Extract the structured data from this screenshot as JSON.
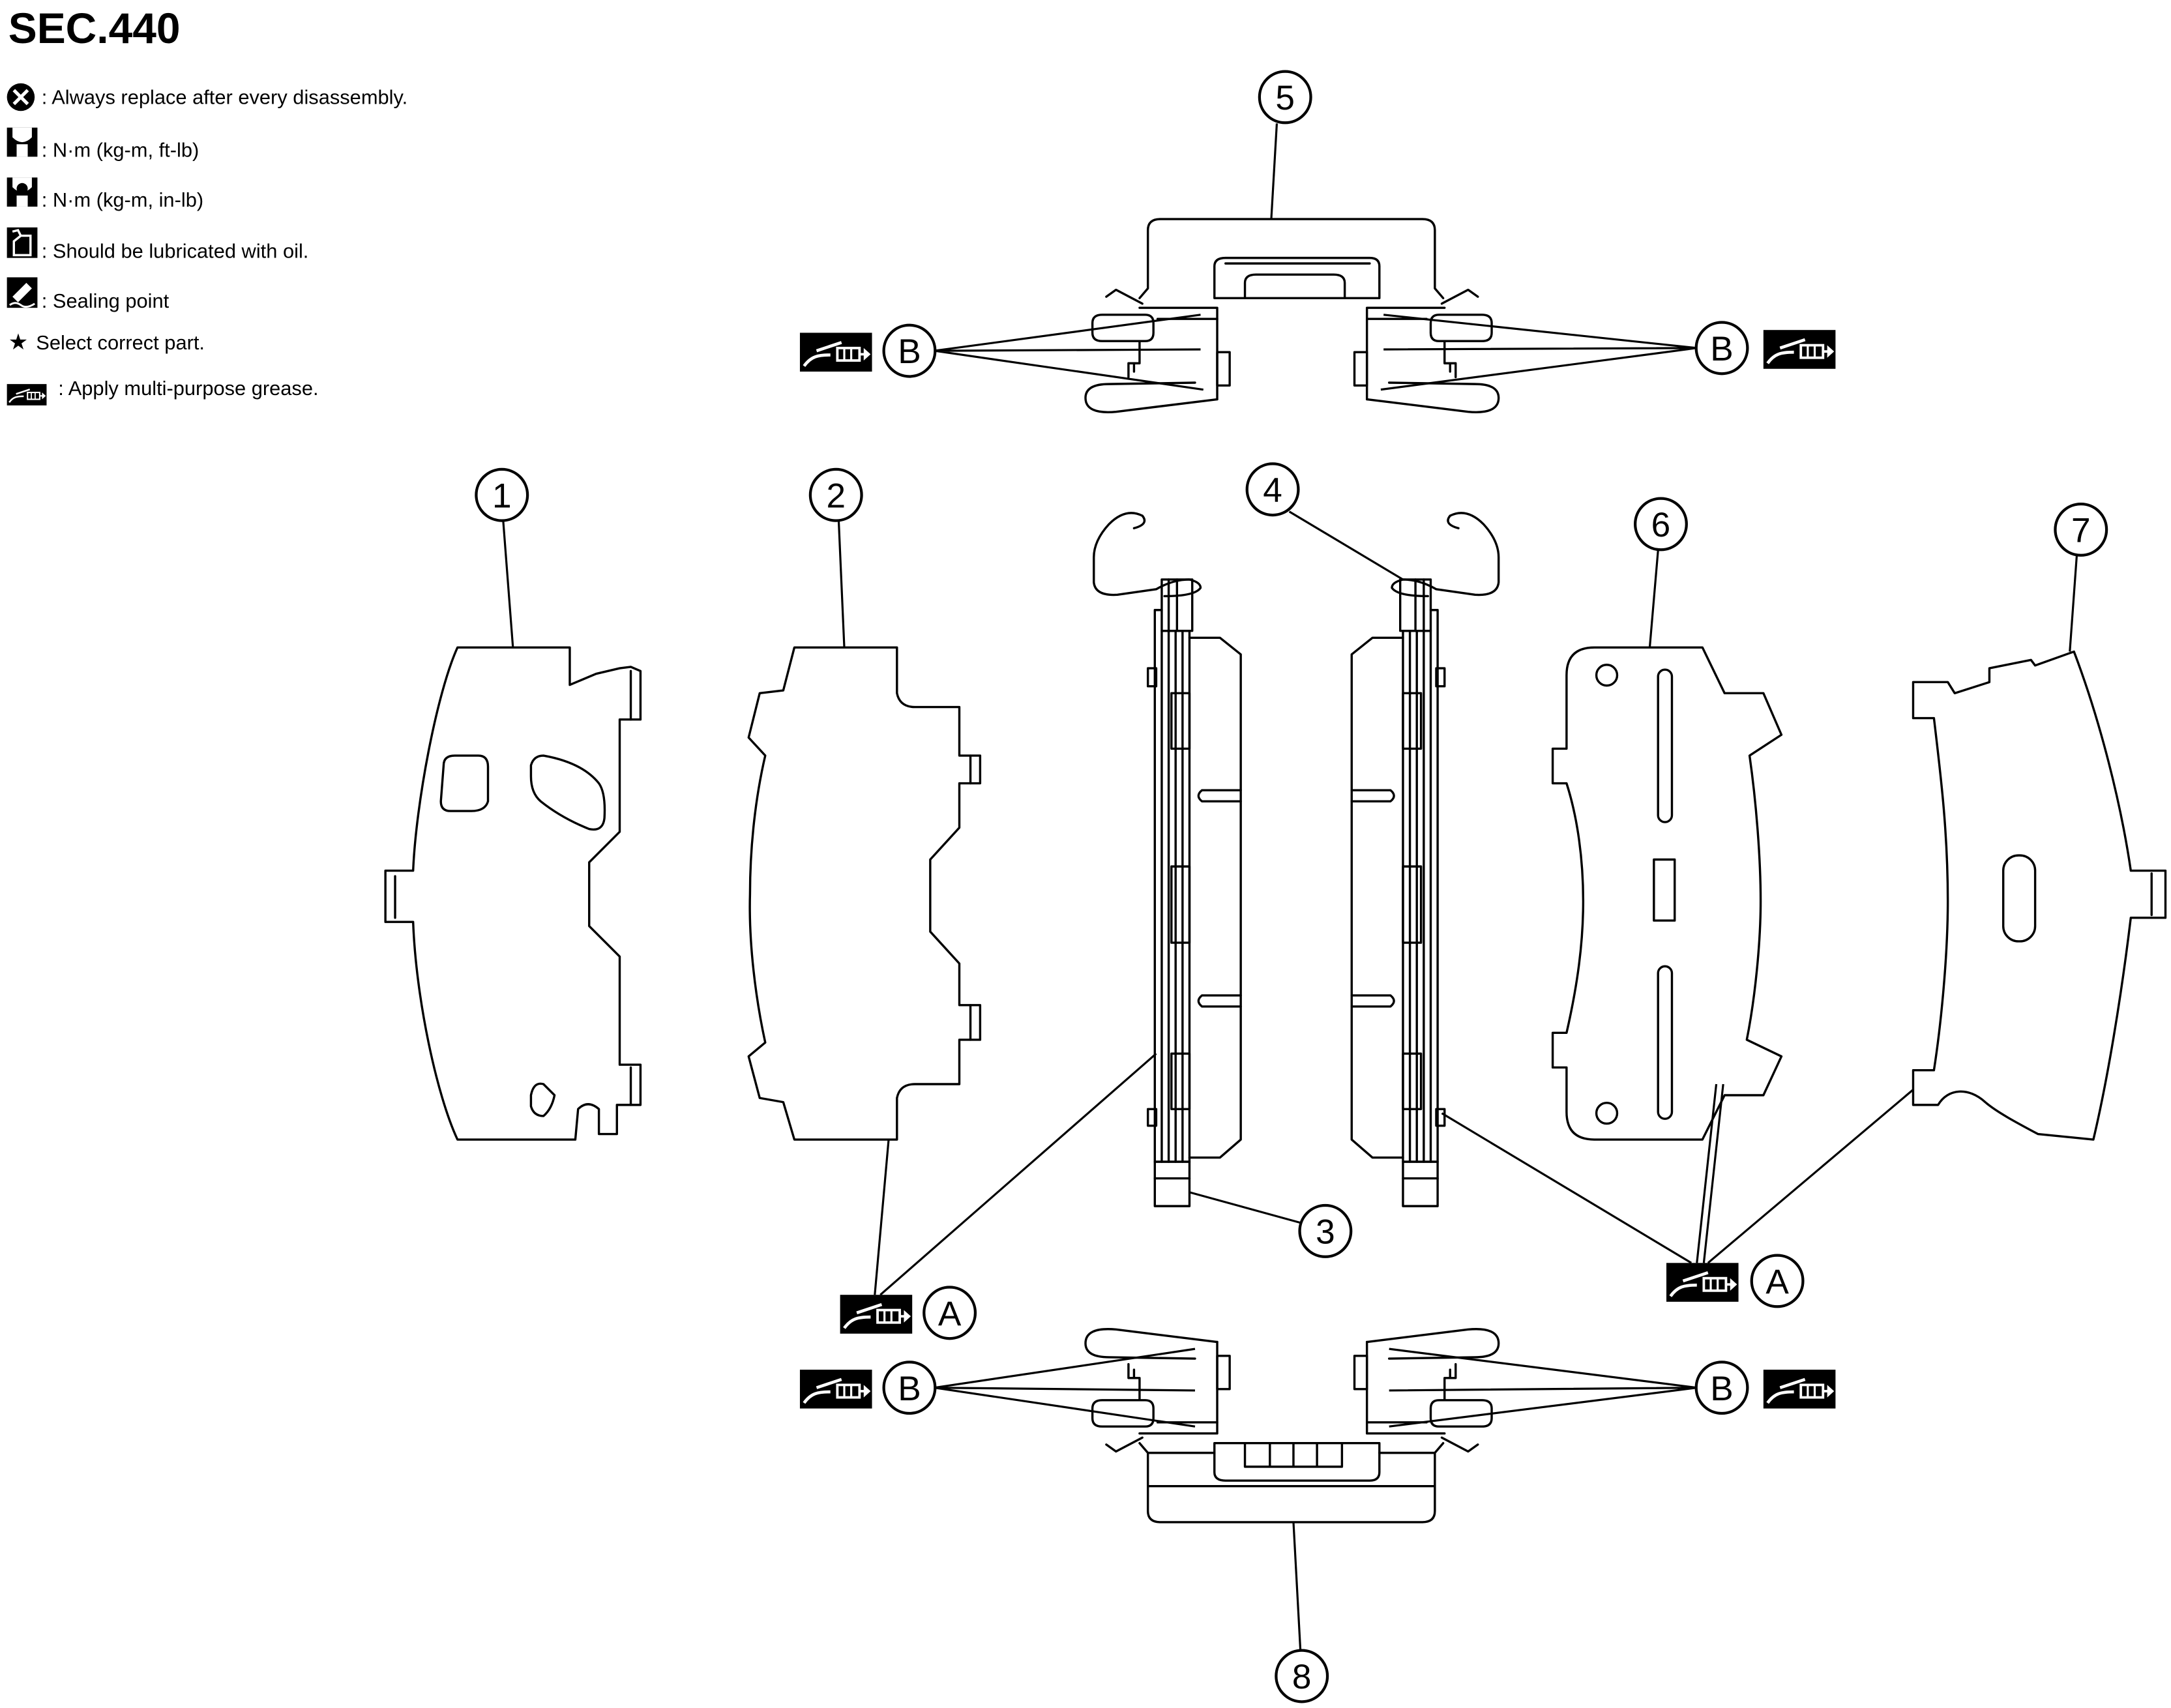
{
  "title": "SEC.440",
  "legend": [
    {
      "icon": "always-replace-icon",
      "text": ": Always replace after every disassembly."
    },
    {
      "icon": "torque-ft-lb-icon",
      "text": ": N·m (kg-m, ft-lb)"
    },
    {
      "icon": "torque-in-lb-icon",
      "text": ": N·m (kg-m, in-lb)"
    },
    {
      "icon": "oil-lubricate-icon",
      "text": ": Should be lubricated with oil."
    },
    {
      "icon": "sealing-point-icon",
      "text": ": Sealing point"
    },
    {
      "icon": "star-icon",
      "symbol": "★",
      "text": "Select correct part."
    },
    {
      "icon": "grease-icon",
      "text": ": Apply multi-purpose grease."
    }
  ],
  "part_callouts": [
    {
      "label": "1"
    },
    {
      "label": "2"
    },
    {
      "label": "3"
    },
    {
      "label": "4"
    },
    {
      "label": "5"
    },
    {
      "label": "6"
    },
    {
      "label": "7"
    },
    {
      "label": "8"
    }
  ],
  "grease_callouts": [
    {
      "label": "B",
      "icon": "grease-icon"
    },
    {
      "label": "B",
      "icon": "grease-icon"
    },
    {
      "label": "A",
      "icon": "grease-icon"
    },
    {
      "label": "A",
      "icon": "grease-icon"
    },
    {
      "label": "B",
      "icon": "grease-icon"
    },
    {
      "label": "B",
      "icon": "grease-icon"
    }
  ],
  "colors": {
    "line": "#000000",
    "background": "#ffffff"
  }
}
